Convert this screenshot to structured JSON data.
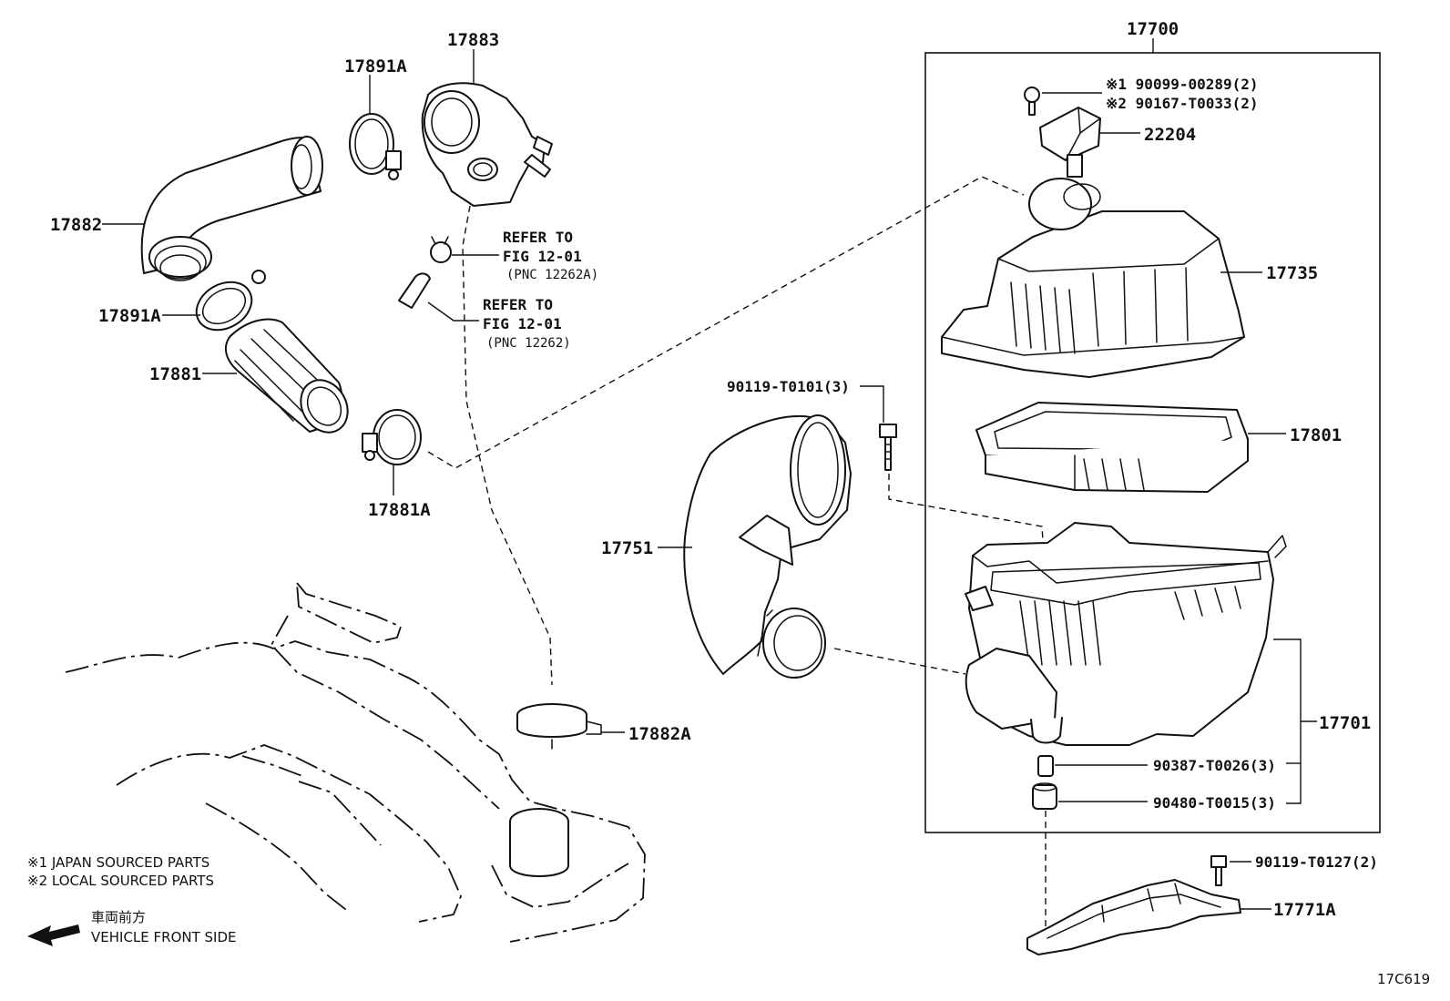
{
  "labels": {
    "p17700": "17700",
    "p17883": "17883",
    "p17891A_top": "17891A",
    "p17882": "17882",
    "p17891A_mid": "17891A",
    "p17881": "17881",
    "p17881A": "17881A",
    "p17882A": "17882A",
    "p17751": "17751",
    "p17735": "17735",
    "p17801": "17801",
    "p17701": "17701",
    "p22204": "22204",
    "p17771A": "17771A",
    "bolt_90119_T0101": "90119-T0101(3)",
    "bolt_90119_T0127": "90119-T0127(2)",
    "grommet_90387": "90387-T0026(3)",
    "grommet_90480": "90480-T0015(3)",
    "screw_j": "※1 90099-00289(2)",
    "screw_l": "※2 90167-T0033(2)"
  },
  "refers": {
    "refer1_line1": "REFER TO",
    "refer1_line2": "FIG 12-01",
    "refer1_line3": "(PNC 12262A)",
    "refer2_line1": "REFER TO",
    "refer2_line2": "FIG 12-01",
    "refer2_line3": "(PNC 12262)"
  },
  "notes": {
    "japan": "※1  JAPAN SOURCED PARTS",
    "local": "※2  LOCAL SOURCED PARTS",
    "front_jp": "車両前方",
    "front_en": "VEHICLE FRONT SIDE"
  },
  "figure_code": "17C619",
  "icons": {
    "front_arrow": "left-arrow-icon"
  }
}
